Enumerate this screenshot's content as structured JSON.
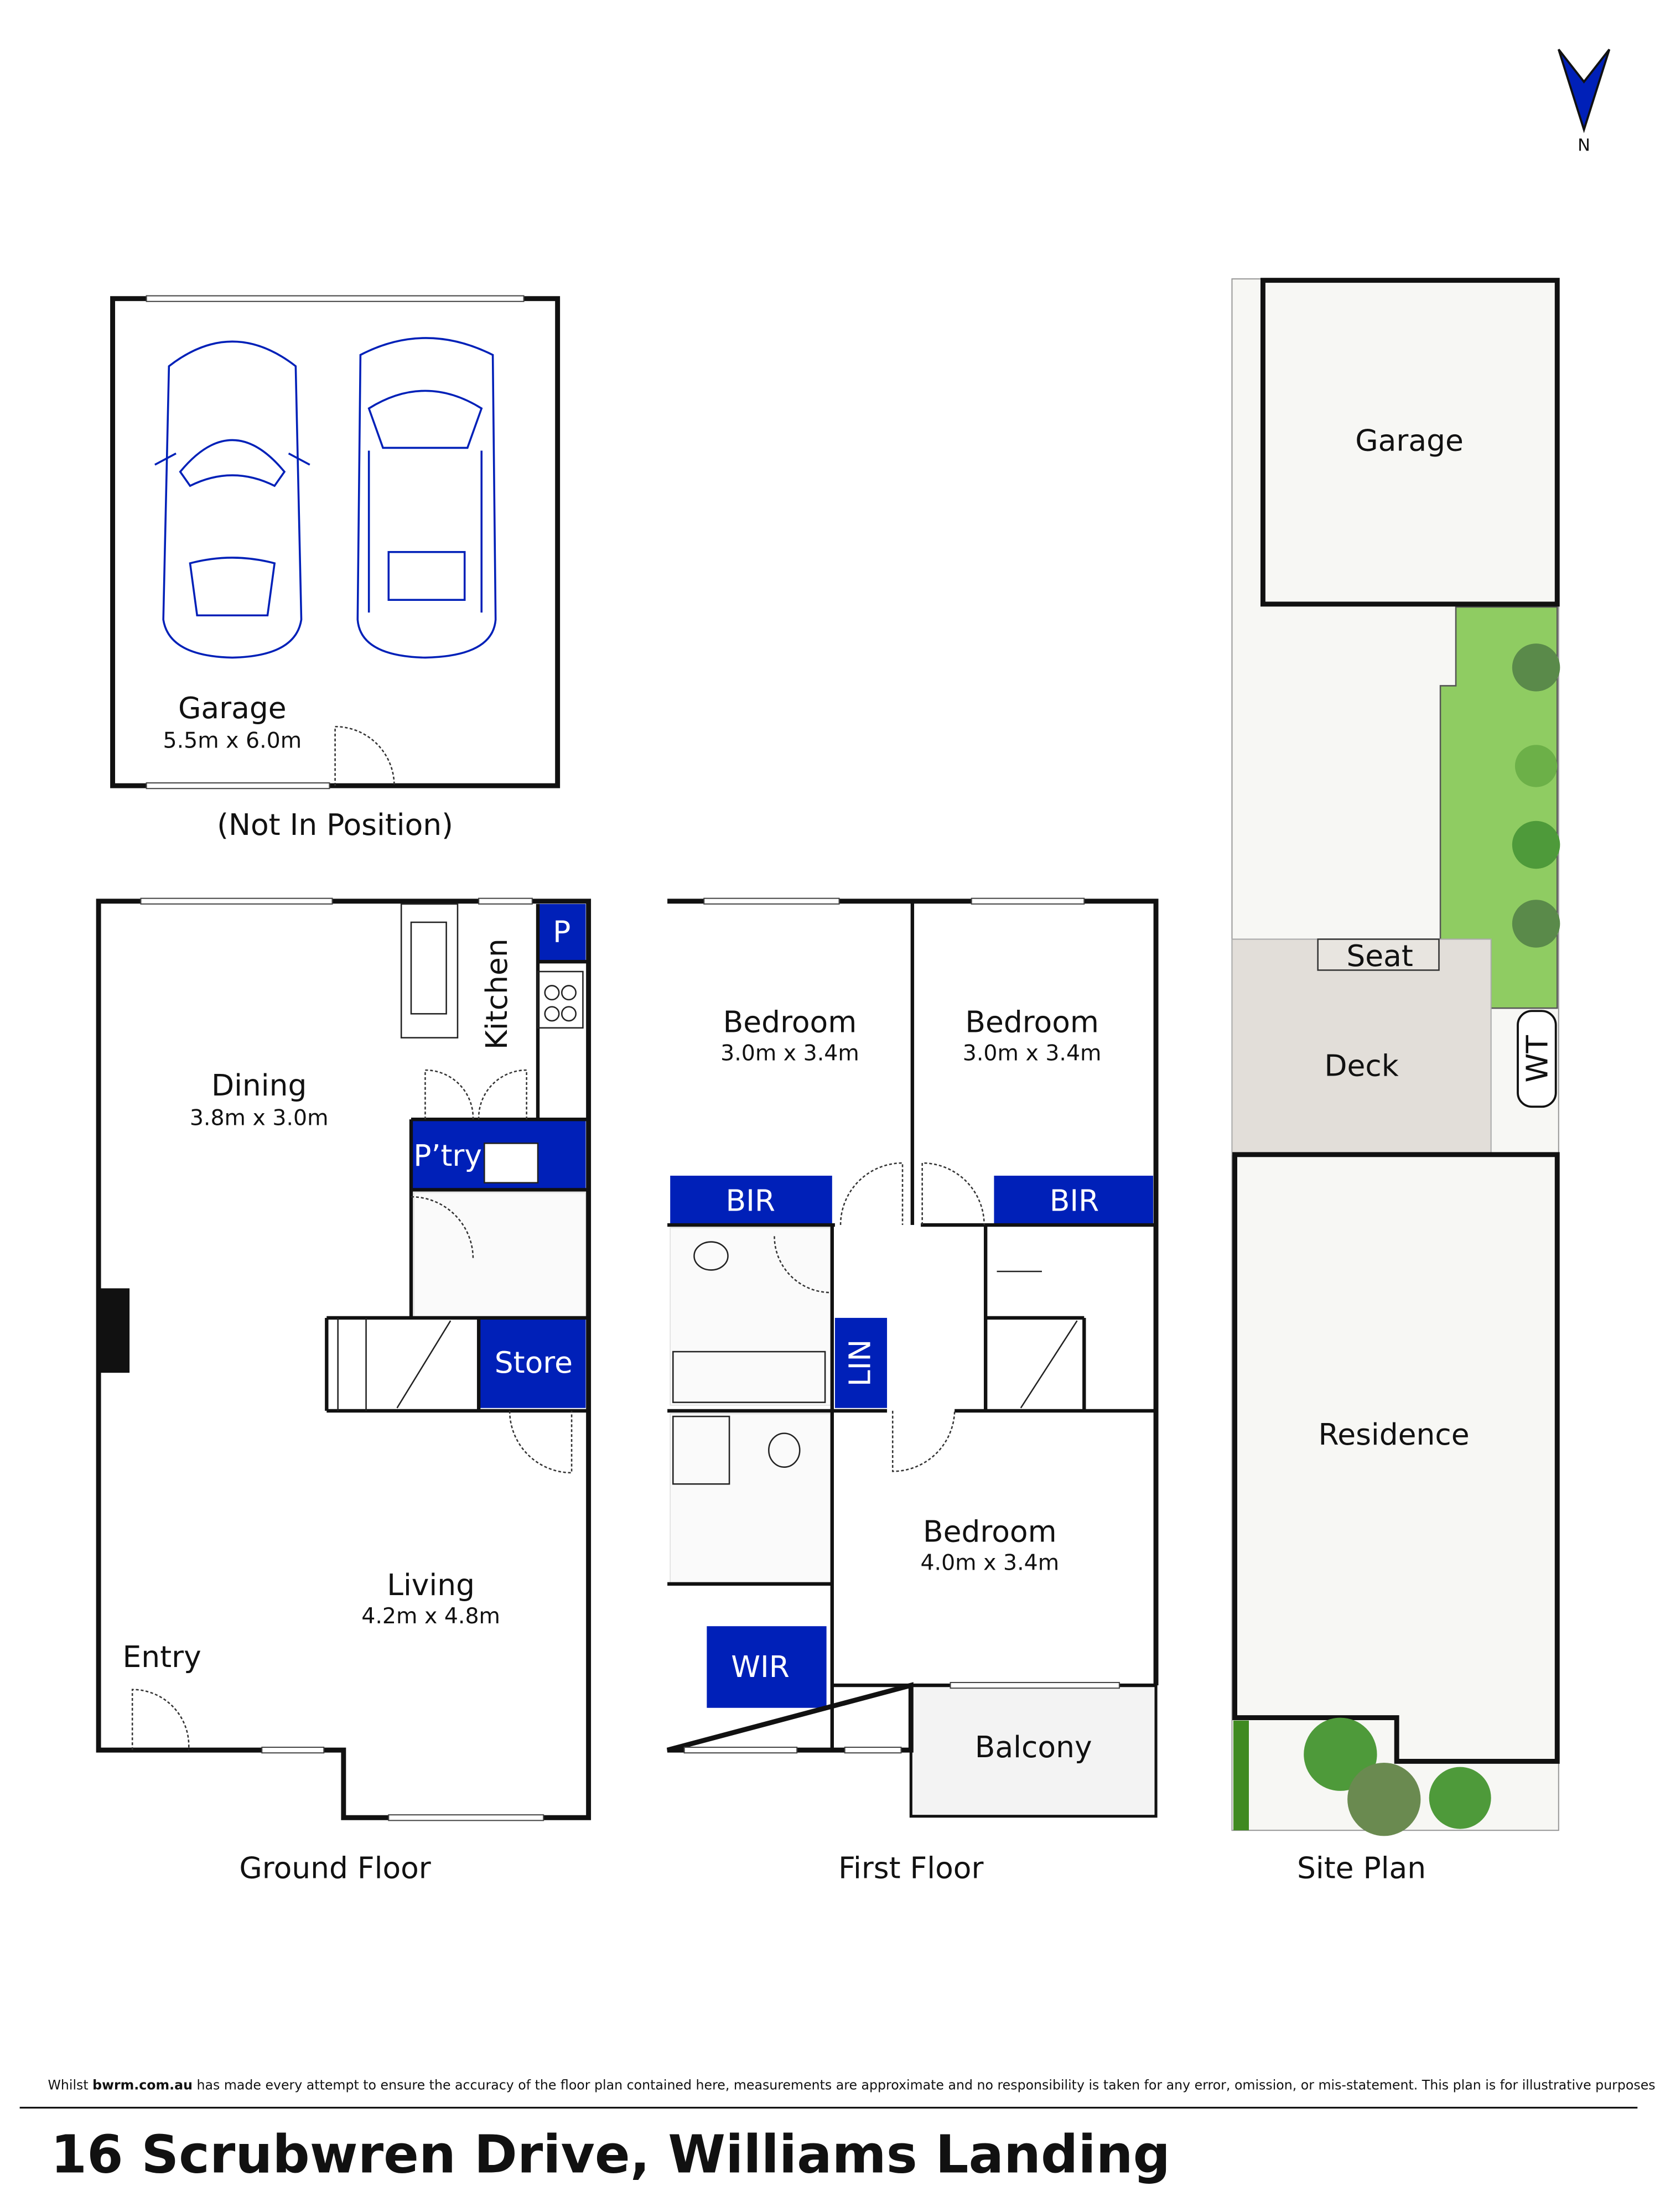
{
  "colors": {
    "accent_blue": "#0020b8",
    "grass": "#8fcc62",
    "deck": "#e2ded9",
    "tree": "#4e9a3a"
  },
  "icons": {
    "north_arrow": "north-arrow-icon",
    "cars": "car-icon",
    "trees": "tree-icon"
  },
  "north": {
    "label": "N"
  },
  "garage": {
    "name": "Garage",
    "dimensions": "5.5m x 6.0m",
    "note": "(Not In Position)"
  },
  "ground_floor": {
    "caption": "Ground Floor",
    "dining": {
      "name": "Dining",
      "dimensions": "3.8m x 3.0m"
    },
    "kitchen": "Kitchen",
    "pantry_small": "P",
    "pantry": "P’try",
    "store": "Store",
    "living": {
      "name": "Living",
      "dimensions": "4.2m x 4.8m"
    },
    "entry": "Entry"
  },
  "first_floor": {
    "caption": "First Floor",
    "bedroom1": {
      "name": "Bedroom",
      "dimensions": "3.0m x 3.4m"
    },
    "bedroom2": {
      "name": "Bedroom",
      "dimensions": "3.0m x 3.4m"
    },
    "bedroom3": {
      "name": "Bedroom",
      "dimensions": "4.0m x 3.4m"
    },
    "bir1": "BIR",
    "bir2": "BIR",
    "lin": "LIN",
    "wir": "WIR",
    "balcony": "Balcony"
  },
  "site_plan": {
    "caption": "Site Plan",
    "garage": "Garage",
    "seat": "Seat",
    "deck": "Deck",
    "wt": "WT",
    "residence": "Residence"
  },
  "footer": {
    "disclaimer_prefix": "Whilst ",
    "disclaimer_brand": "bwrm.com.au",
    "disclaimer_rest": " has made every attempt to ensure the accuracy of the floor plan contained here, measurements are approximate and no responsibility is taken for any error, omission, or mis-statement. This plan is for illustrative purposes only.",
    "address": "16 Scrubwren Drive, Williams Landing"
  }
}
